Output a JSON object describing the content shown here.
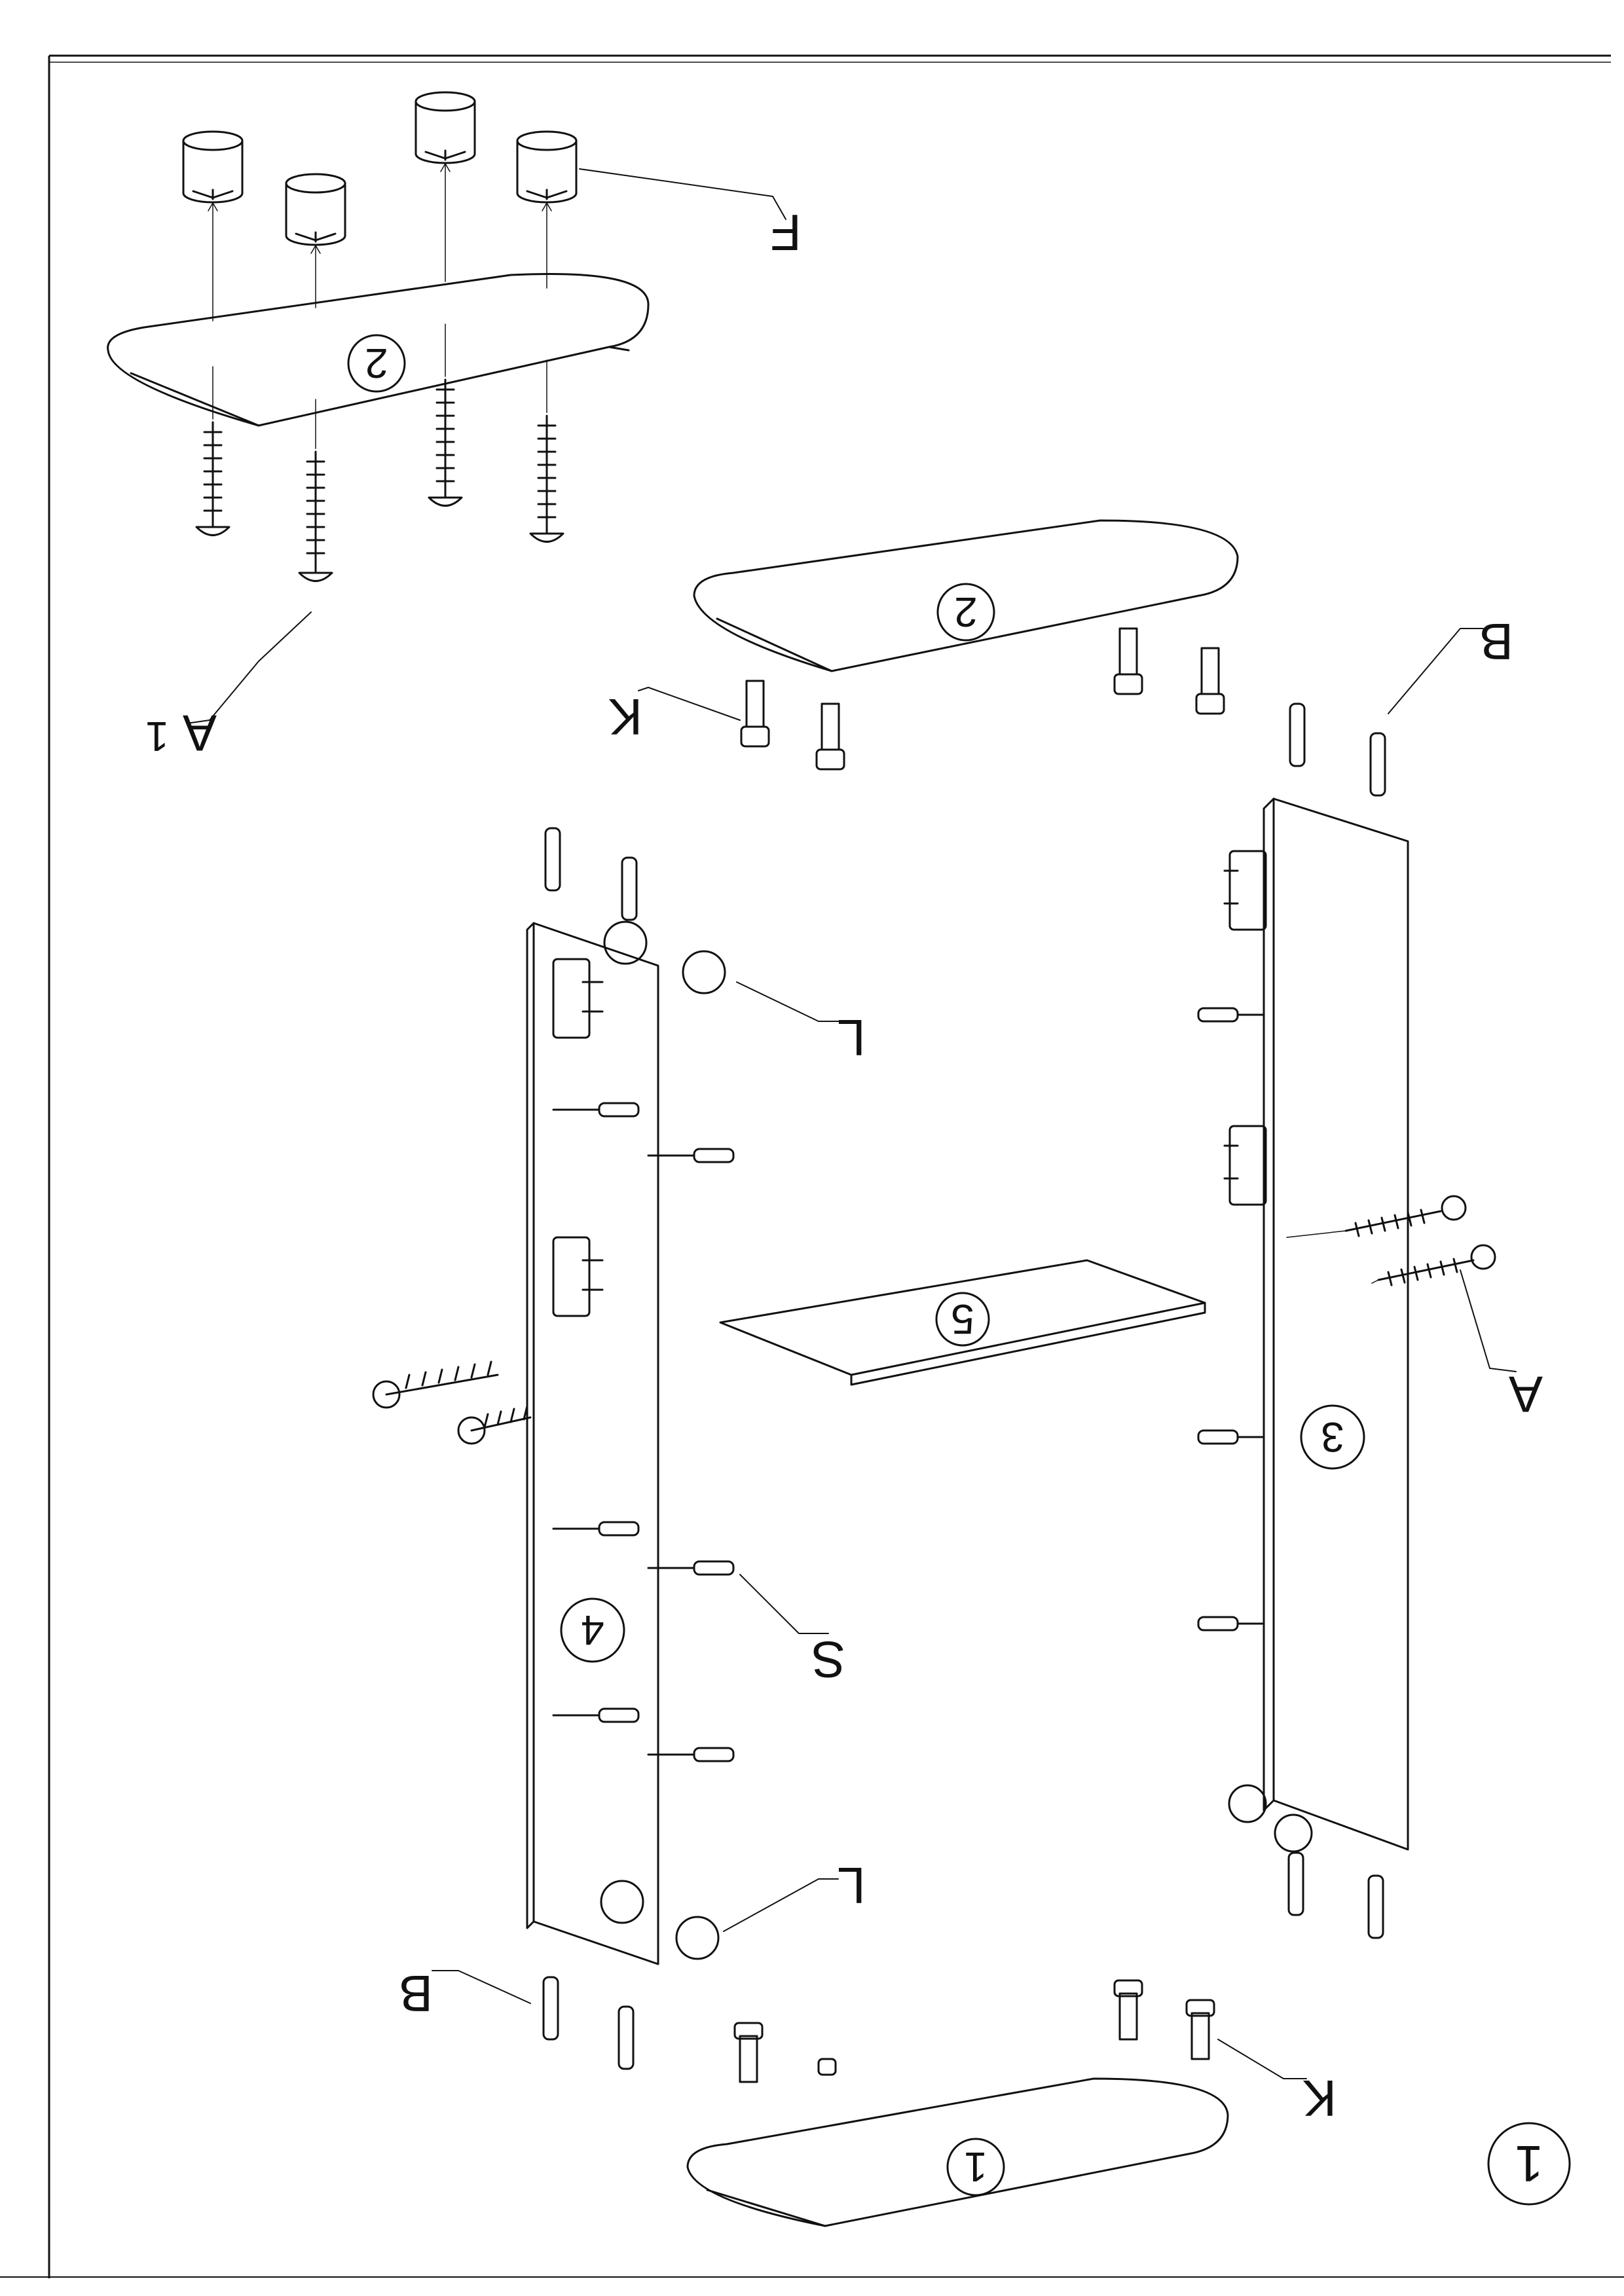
{
  "sheet": {
    "step_number": "1",
    "ink_color": "#111111"
  },
  "panels": {
    "top_upper": "2",
    "top_middle": "2",
    "shelf": "5",
    "left_side": "4",
    "right_side": "3",
    "bottom": "1"
  },
  "parts": {
    "foot": "F",
    "foot_screw": "A",
    "foot_screw_sub": "1",
    "cam_bolt_top": "K",
    "cam_bolt_bottom": "K",
    "dowel_right_top": "B",
    "dowel_left_bottom": "B",
    "cam_lock_upper": "L",
    "cam_lock_lower": "L",
    "side_screw": "A",
    "shelf_pin": "S"
  }
}
